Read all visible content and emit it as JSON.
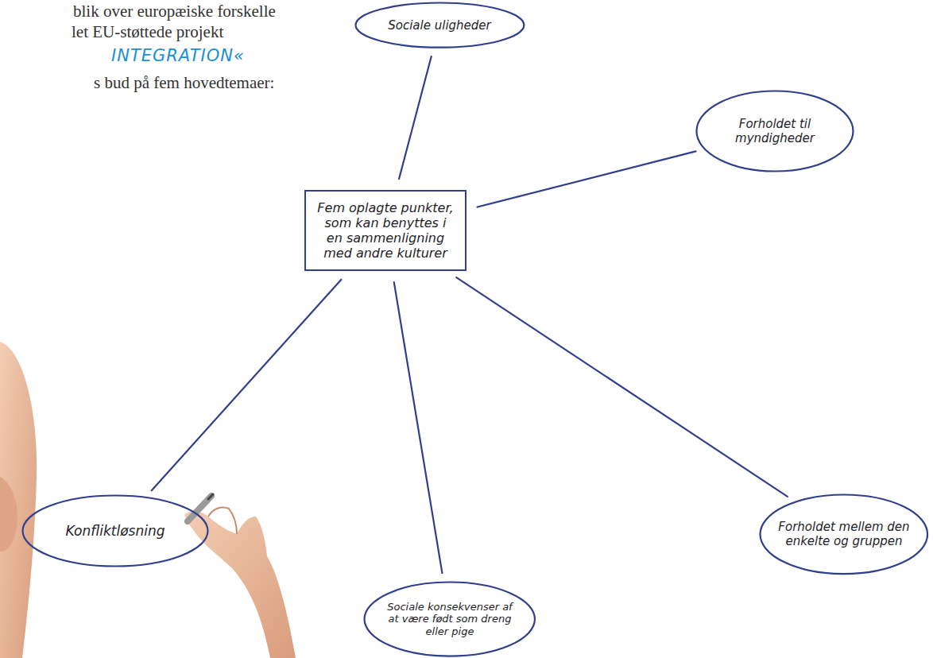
{
  "diagram": {
    "nodes": [
      {
        "text": [
          "Fem oplagte punkter, som kan benyttes i en sammenligning med andre kulturer"
        ]
      },
      {
        "text": [
          "Sociale uligheder"
        ]
      },
      {
        "text": [
          "Forholdet til myndigheder"
        ]
      },
      {
        "text": [
          "Forholdet mellem den enkelte og gruppen"
        ]
      },
      {
        "text": [
          "Sociale konsekvenser af at være født som dreng eller pige"
        ]
      },
      {
        "text": [
          "Konfliktløsning"
        ]
      }
    ],
    "edges": [
      {
        "from": 0,
        "to": 1,
        "arrow": "none"
      },
      {
        "from": 0,
        "to": 2,
        "arrow": "none"
      },
      {
        "from": 0,
        "to": 3,
        "arrow": "none"
      },
      {
        "from": 0,
        "to": 4,
        "arrow": "none"
      },
      {
        "from": 0,
        "to": 5,
        "arrow": "none"
      }
    ],
    "labels": [
      "blik over europæiske forskelle",
      "let EU-støttede projekt",
      "INTEGRATION«",
      "s bud på fem hovedtemaer:"
    ]
  }
}
